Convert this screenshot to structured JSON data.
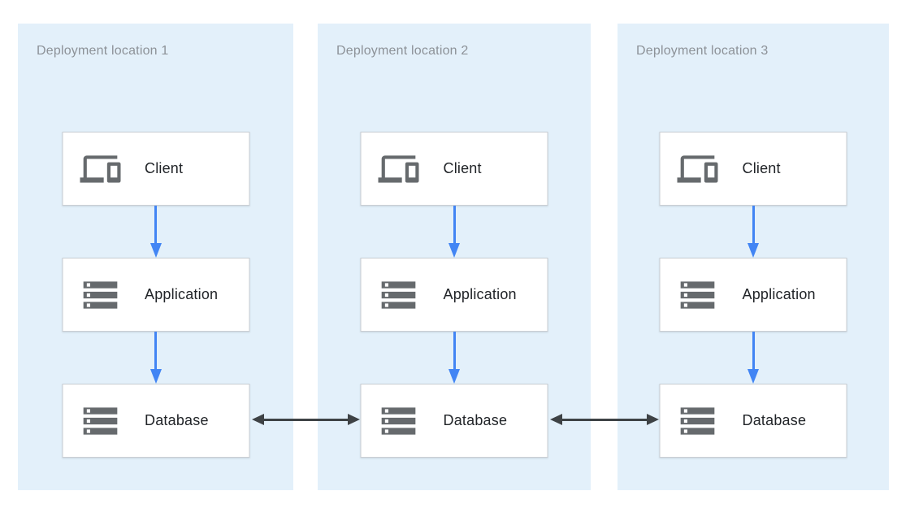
{
  "diagram": {
    "type": "architecture",
    "panels": [
      {
        "title": "Deployment location 1",
        "nodes": [
          {
            "label": "Client",
            "icon": "devices-icon"
          },
          {
            "label": "Application",
            "icon": "server-stack-icon"
          },
          {
            "label": "Database",
            "icon": "server-stack-icon"
          }
        ]
      },
      {
        "title": "Deployment location 2",
        "nodes": [
          {
            "label": "Client",
            "icon": "devices-icon"
          },
          {
            "label": "Application",
            "icon": "server-stack-icon"
          },
          {
            "label": "Database",
            "icon": "server-stack-icon"
          }
        ]
      },
      {
        "title": "Deployment location 3",
        "nodes": [
          {
            "label": "Client",
            "icon": "devices-icon"
          },
          {
            "label": "Application",
            "icon": "server-stack-icon"
          },
          {
            "label": "Database",
            "icon": "server-stack-icon"
          }
        ]
      }
    ],
    "connections": [
      {
        "from": "Client",
        "to": "Application",
        "style": "blue-arrow-down",
        "scope": "within each location"
      },
      {
        "from": "Application",
        "to": "Database",
        "style": "blue-arrow-down",
        "scope": "within each location"
      },
      {
        "from": "Database (location 1)",
        "to": "Database (location 2)",
        "style": "dark-double-arrow"
      },
      {
        "from": "Database (location 2)",
        "to": "Database (location 3)",
        "style": "dark-double-arrow"
      }
    ],
    "colors": {
      "panel_bg": "#e3f0fa",
      "node_bg": "#ffffff",
      "node_border": "#c9ced3",
      "title_text": "#8d9298",
      "node_text": "#212428",
      "icon": "#666a6d",
      "flow_arrow": "#4285f4",
      "replication_arrow": "#3e4245",
      "page_bg": "#ffffff"
    }
  }
}
